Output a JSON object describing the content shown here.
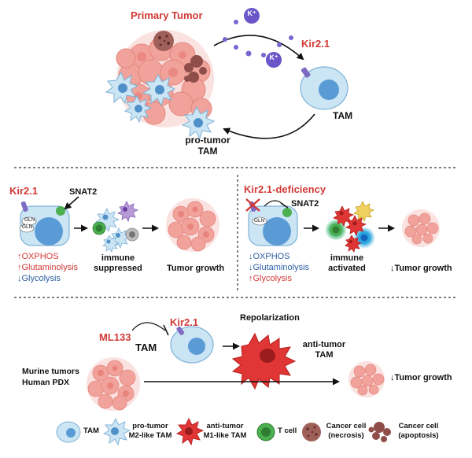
{
  "panel1": {
    "primary_tumor": "Primary Tumor",
    "ion1": "K⁺",
    "ion2": "K⁺",
    "kir21": "Kir2.1",
    "tam": "TAM",
    "pro_tumor_tam_line1": "pro-tumor",
    "pro_tumor_tam_line2": "TAM"
  },
  "panel2": {
    "kir21": "Kir2.1",
    "snat2": "SNAT2",
    "gln1": "GLN",
    "gln2": "GLN",
    "oxphos": "↑OXPHOS",
    "glutaminolysis": "↑Glutaminolysis",
    "glycolysis": "↓Glycolysis",
    "immune_line1": "immune",
    "immune_line2": "suppressed",
    "tumor_growth": "Tumor growth"
  },
  "panel3": {
    "deficiency": "Kir2.1-deficiency",
    "snat2": "SNAT2",
    "gln": "GLN",
    "oxphos": "↓OXPHOS",
    "glutaminolysis": "↓Glutaminolysis",
    "glycolysis": "↑Glycolysis",
    "immune_line1": "immune",
    "immune_line2": "activated",
    "tumor_growth": "↓Tumor growth"
  },
  "panel4": {
    "ml133": "ML133",
    "kir21": "Kir2.1",
    "tam": "TAM",
    "repolarization": "Repolarization",
    "anti_tumor_line1": "anti-tumor",
    "anti_tumor_line2": "TAM",
    "murine": "Murine tumors",
    "pdx": "Human PDX",
    "tumor_growth": "↓Tumor growth"
  },
  "legend": {
    "tam": "TAM",
    "m2_line1": "pro-tumor",
    "m2_line2": "M2-like TAM",
    "m1_line1": "anti-tumor",
    "m1_line2": "M1-like TAM",
    "tcell": "T cell",
    "necrosis_line1": "Cancer cell",
    "necrosis_line2": "(necrosis)",
    "apoptosis_line1": "Cancer cell",
    "apoptosis_line2": "(apoptosis)"
  },
  "colors": {
    "label_red": "#d23a36",
    "label_blue": "#2f5fa6",
    "tam_blue": "#cbe5f4",
    "nucleus_blue": "#5b9bd5",
    "tumor_pink": "#f2a6a0",
    "m1_red": "#e03636",
    "tcell_green": "#4caf50",
    "channel_purple": "#7d6bc4",
    "k_ion": "#6a55c9"
  }
}
